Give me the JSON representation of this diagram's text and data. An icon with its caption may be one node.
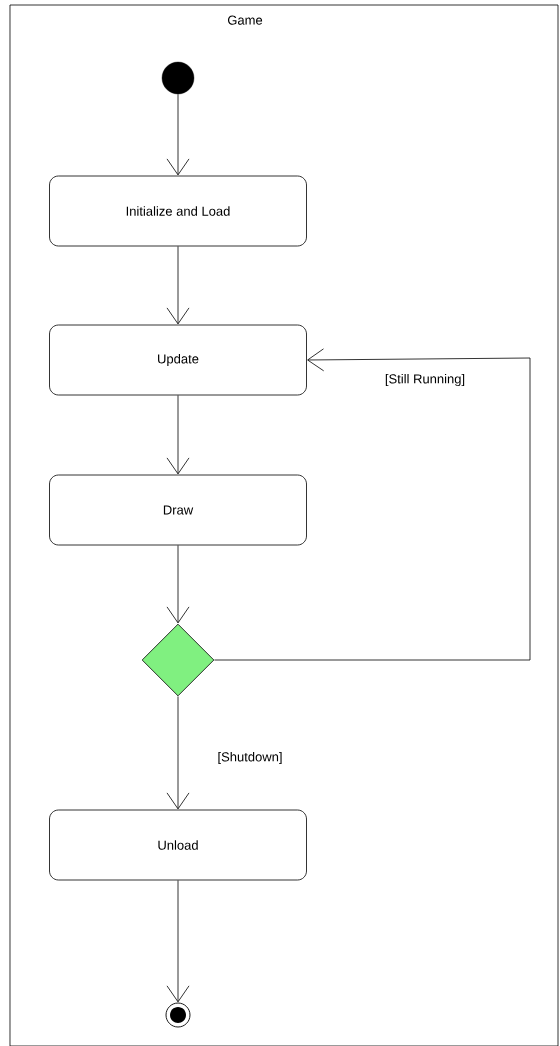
{
  "diagram": {
    "nodes": [
      {
        "text": [
          "Game"
        ]
      },
      {
        "text": [],
        "shape": "circle",
        "in": 0
      },
      {
        "text": [
          "Initialize and Load"
        ],
        "in": 0
      },
      {
        "text": [
          "Update"
        ],
        "in": 0
      },
      {
        "text": [
          "Draw"
        ],
        "in": 0
      },
      {
        "text": [],
        "shape": "diamond",
        "in": 0
      },
      {
        "text": [
          "Unload"
        ],
        "in": 0
      },
      {
        "text": [],
        "shape": "circle",
        "in": 0
      }
    ],
    "edges": [
      {
        "from": 1,
        "to": 2,
        "arrow": "to"
      },
      {
        "from": 2,
        "to": 3,
        "arrow": "to"
      },
      {
        "from": 3,
        "to": 4,
        "arrow": "to"
      },
      {
        "from": 4,
        "to": 5,
        "arrow": "to"
      },
      {
        "from": 5,
        "to": 3,
        "arrow": "to",
        "label": "[Still Running]"
      },
      {
        "from": 5,
        "to": 6,
        "arrow": "to",
        "label": "[Shutdown]"
      },
      {
        "from": 6,
        "to": 7,
        "arrow": "to"
      }
    ]
  }
}
